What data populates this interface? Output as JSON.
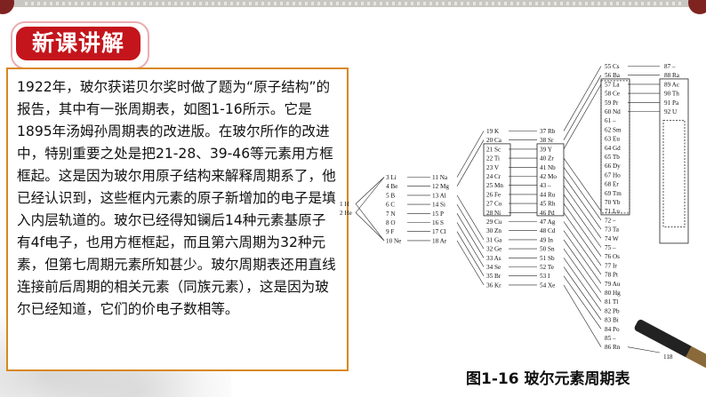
{
  "slide": {
    "title": "新课讲解",
    "body": "1922年，玻尔获诺贝尔奖时做了题为“原子结构”的报告，其中有一张周期表，如图1-16所示。它是1895年汤姆孙周期表的改进版。在玻尔所作的改进中，特别重要之处是把21-28、39-46等元素用方框框起。这是因为玻尔用原子结构来解释周期系了，他已经认识到，这些框内元素的原子新增加的电子是填入内层轨道的。玻尔已经得知镧后14种元素基原子有4f电子，也用方框框起，而且第六周期为32种元素，但第七周期元素所知甚少。玻尔周期表还用直线连接前后周期的相关元素（同族元素），这是因为玻尔已经知道，它们的价电子数相等。",
    "figure_caption": "图1-16  玻尔元素周期表"
  },
  "colors": {
    "badge": "#c4151c",
    "border": "#d8881e",
    "corner": "#7f2320"
  },
  "table": {
    "col1": [
      "1 H",
      "2 He"
    ],
    "col2": [
      "3 Li",
      "4 Be",
      "5 B",
      "6 C",
      "7 N",
      "8 O",
      "9 F",
      "10 Ne"
    ],
    "col3": [
      "11 Na",
      "12 Mg",
      "13 Al",
      "14 Si",
      "15 P",
      "16 S",
      "17 Cl",
      "18 Ar"
    ],
    "col4": [
      "19 K",
      "20 Ca",
      "21 Sc",
      "22 Ti",
      "23 V",
      "24 Cr",
      "25 Mn",
      "26 Fe",
      "27 Co",
      "28 Ni",
      "29 Cu",
      "30 Zn",
      "31 Ga",
      "32 Ge",
      "33 As",
      "34 Se",
      "35 Br",
      "36 Kr"
    ],
    "col5": [
      "37 Rb",
      "38 Sr",
      "39 Y",
      "40 Zr",
      "41 Nb",
      "42 Mo",
      "43 –",
      "44 Ru",
      "45 Rh",
      "46 Pd",
      "47 Ag",
      "48 Cd",
      "49 In",
      "50 Sn",
      "51 Sb",
      "52 Te",
      "53 I",
      "54 Xe"
    ],
    "col6": [
      "55 Cs",
      "56 Ba",
      "57 La",
      "58 Ce",
      "59 Pr",
      "60 Nd",
      "61 –",
      "62 Sm",
      "63 Eu",
      "64 Gd",
      "65 Tb",
      "66 Dy",
      "67 Ho",
      "68 Er",
      "69 Tm",
      "70 Yb",
      "71 Lu",
      "72 –",
      "73 Ta",
      "74 W",
      "75 –",
      "76 Os",
      "77 Ir",
      "78 Pt",
      "79 Au",
      "80 Hg",
      "81 Tl",
      "82 Pb",
      "83 Bi",
      "84 Po",
      "85 –",
      "86 Rn"
    ],
    "col7": [
      "87 –",
      "88 Ra",
      "89 Ac",
      "90 Th",
      "91 Pa",
      "92 U"
    ],
    "col7_extra": "118"
  }
}
